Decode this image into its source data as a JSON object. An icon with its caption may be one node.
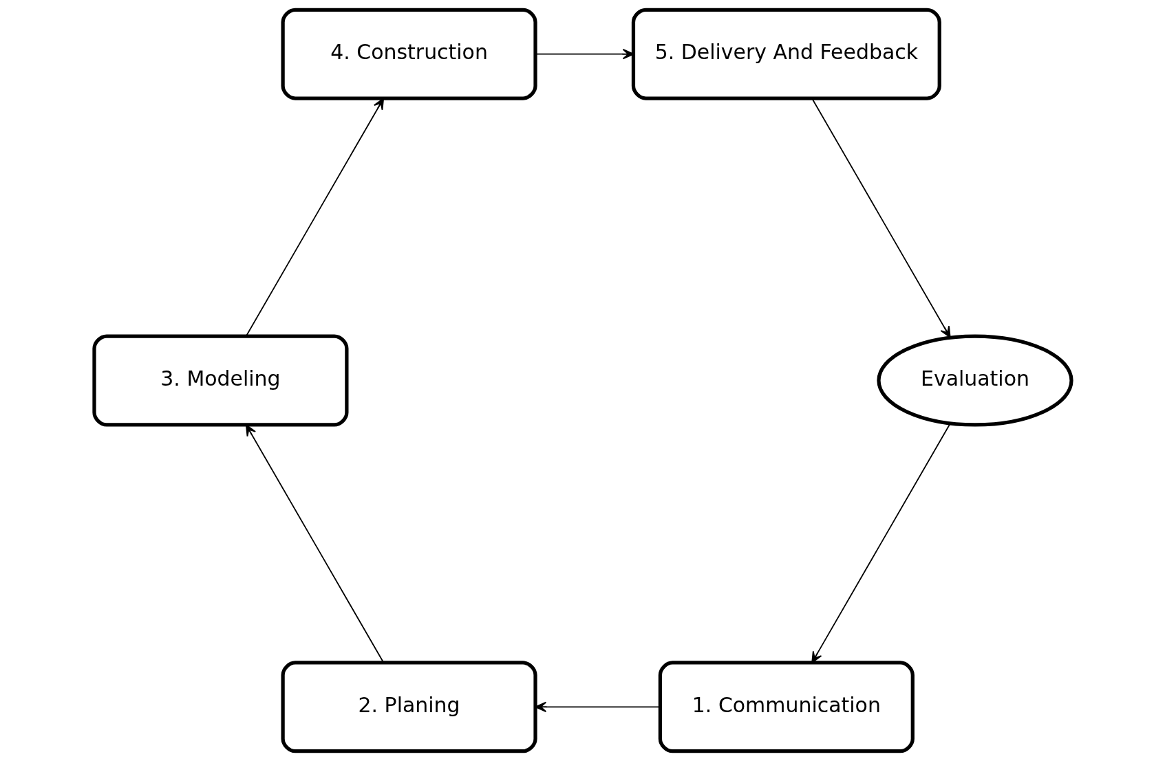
{
  "diagram": {
    "nodes": [
      {
        "text": [
          "1. Communication"
        ]
      },
      {
        "text": [
          "2. Planing"
        ]
      },
      {
        "text": [
          "3. Modeling"
        ]
      },
      {
        "text": [
          "4. Construction"
        ]
      },
      {
        "text": [
          "5. Delivery And Feedback"
        ]
      },
      {
        "text": [
          "Evaluation"
        ]
      }
    ],
    "edges": [
      {
        "from": 0,
        "to": 1,
        "arrow": "to"
      },
      {
        "from": 1,
        "to": 2,
        "arrow": "to"
      },
      {
        "from": 2,
        "to": 3,
        "arrow": "to"
      },
      {
        "from": 3,
        "to": 4,
        "arrow": "to"
      },
      {
        "from": 4,
        "to": 5,
        "arrow": "to"
      },
      {
        "from": 5,
        "to": 0,
        "arrow": "to"
      }
    ]
  }
}
